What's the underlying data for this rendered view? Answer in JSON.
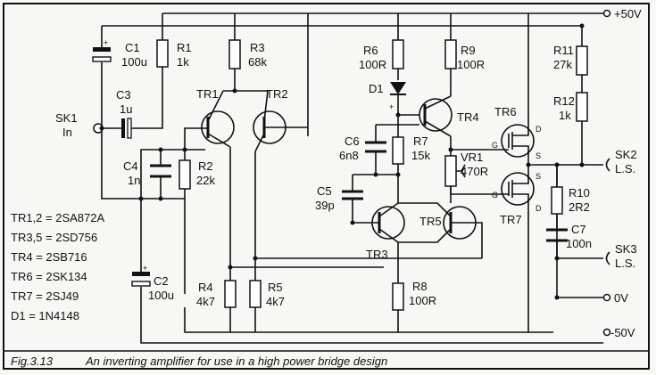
{
  "terminals": {
    "plus50": "+50V",
    "minus50": "-50V",
    "zero": "0V",
    "sk1": "SK1",
    "sk1_sub": "In",
    "sk2": "SK2",
    "sk2_sub": "L.S.",
    "sk3": "SK3",
    "sk3_sub": "L.S."
  },
  "components": {
    "c1": {
      "name": "C1",
      "value": "100u"
    },
    "r1": {
      "name": "R1",
      "value": "1k"
    },
    "r3": {
      "name": "R3",
      "value": "68k"
    },
    "c3": {
      "name": "C3",
      "value": "1u"
    },
    "c4": {
      "name": "C4",
      "value": "1n"
    },
    "r2": {
      "name": "R2",
      "value": "22k"
    },
    "c2": {
      "name": "C2",
      "value": "100u"
    },
    "r4": {
      "name": "R4",
      "value": "4k7"
    },
    "r5": {
      "name": "R5",
      "value": "4k7"
    },
    "r6": {
      "name": "R6",
      "value": "100R"
    },
    "r9": {
      "name": "R9",
      "value": "100R"
    },
    "d1": {
      "name": "D1"
    },
    "c6": {
      "name": "C6",
      "value": "6n8"
    },
    "r7": {
      "name": "R7",
      "value": "15k"
    },
    "c5": {
      "name": "C5",
      "value": "39p"
    },
    "vr1": {
      "name": "VR1",
      "value": "470R"
    },
    "r8": {
      "name": "R8",
      "value": "100R"
    },
    "r11": {
      "name": "R11",
      "value": "27k"
    },
    "r12": {
      "name": "R12",
      "value": "1k"
    },
    "r10": {
      "name": "R10",
      "value": "2R2"
    },
    "c7": {
      "name": "C7",
      "value": "100n"
    },
    "tr1": {
      "name": "TR1"
    },
    "tr2": {
      "name": "TR2"
    },
    "tr3": {
      "name": "TR3"
    },
    "tr4": {
      "name": "TR4"
    },
    "tr5": {
      "name": "TR5"
    },
    "tr6": {
      "name": "TR6"
    },
    "tr7": {
      "name": "TR7"
    }
  },
  "pins": {
    "g": "G",
    "d": "D",
    "s": "S",
    "plus": "+"
  },
  "parts_list": [
    "TR1,2 = 2SA872A",
    "TR3,5 = 2SD756",
    "TR4 = 2SB716",
    "TR6 = 2SK134",
    "TR7 = 2SJ49",
    "D1 = 1N4148"
  ],
  "caption": {
    "fig": "Fig.3.13",
    "text": "An inverting amplifier for use in a high power bridge design"
  }
}
